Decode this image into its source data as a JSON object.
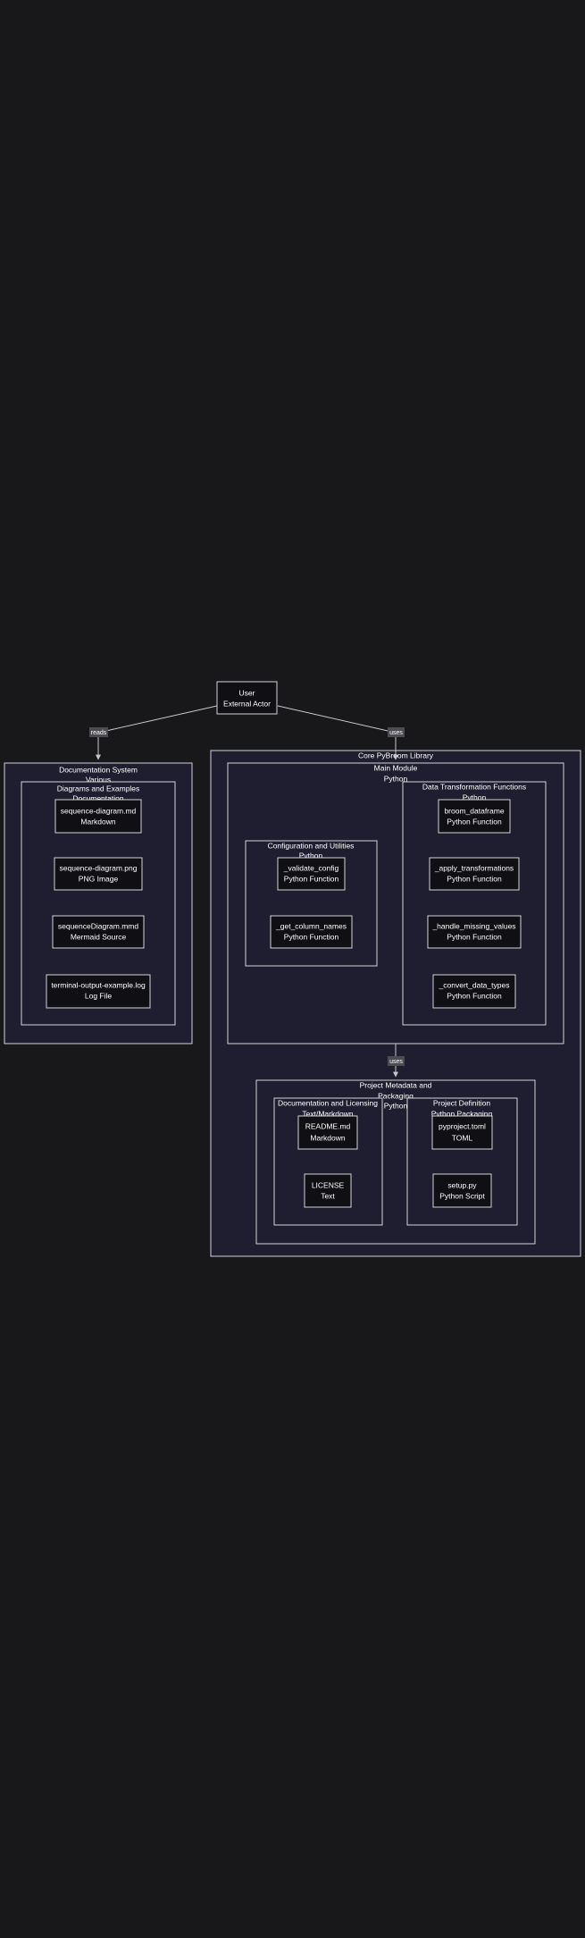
{
  "colors": {
    "background": "#18181b",
    "cluster_fill": "#1e1e30",
    "node_fill": "#0f0f14",
    "stroke": "#d4d4d8",
    "edge": "#c8c8cc",
    "label_bg": "#4b4b52"
  },
  "nodes": {
    "user": {
      "title": "User",
      "type": "External Actor"
    },
    "sequence_md": {
      "title": "sequence-diagram.md",
      "type": "Markdown"
    },
    "sequence_png": {
      "title": "sequence-diagram.png",
      "type": "PNG Image"
    },
    "sequence_mmd": {
      "title": "sequenceDiagram.mmd",
      "type": "Mermaid Source"
    },
    "terminal_log": {
      "title": "terminal-output-example.log",
      "type": "Log File"
    },
    "validate_config": {
      "title": "_validate_config",
      "type": "Python Function"
    },
    "get_column_names": {
      "title": "_get_column_names",
      "type": "Python Function"
    },
    "broom_dataframe": {
      "title": "broom_dataframe",
      "type": "Python Function"
    },
    "apply_transformations": {
      "title": "_apply_transformations",
      "type": "Python Function"
    },
    "handle_missing_values": {
      "title": "_handle_missing_values",
      "type": "Python Function"
    },
    "convert_data_types": {
      "title": "_convert_data_types",
      "type": "Python Function"
    },
    "readme": {
      "title": "README.md",
      "type": "Markdown"
    },
    "license": {
      "title": "LICENSE",
      "type": "Text"
    },
    "pyproject": {
      "title": "pyproject.toml",
      "type": "TOML"
    },
    "setup_py": {
      "title": "setup.py",
      "type": "Python Script"
    }
  },
  "clusters": {
    "doc_system": {
      "title": "Documentation System",
      "subtitle": "Various"
    },
    "diagrams": {
      "title": "Diagrams and Examples",
      "subtitle": "Documentation"
    },
    "core_library": {
      "title": "Core PyBroom Library",
      "subtitle": ""
    },
    "main_module": {
      "title": "Main Module",
      "subtitle": "Python"
    },
    "config_utils": {
      "title": "Configuration and Utilities",
      "subtitle": "Python"
    },
    "data_transform": {
      "title": "Data Transformation Functions",
      "subtitle": "Python"
    },
    "metadata": {
      "title": "Project Metadata and",
      "subtitle": "Packaging"
    },
    "metadata_sub": {
      "title": "Python"
    },
    "doc_licensing": {
      "title": "Documentation and Licensing",
      "subtitle": "Text/Markdown"
    },
    "project_def": {
      "title": "Project Definition",
      "subtitle": "Python Packaging"
    }
  },
  "edges": {
    "reads": "reads",
    "uses_core": "uses",
    "uses_meta": "uses"
  }
}
